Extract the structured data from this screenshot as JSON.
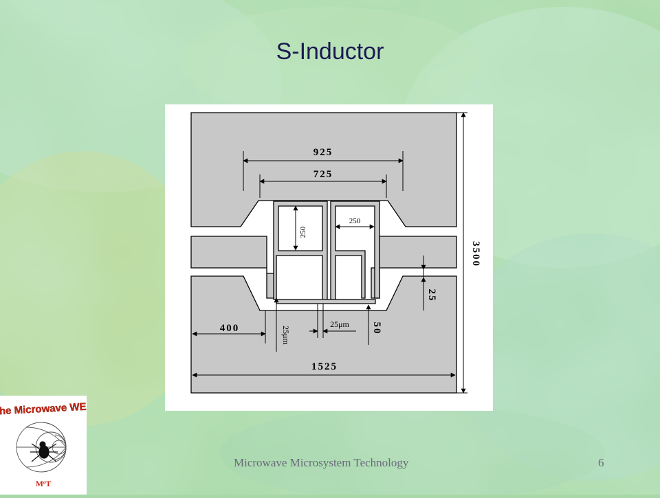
{
  "slide": {
    "title": "S-Inductor",
    "footer": "Microwave Microsystem Technology",
    "page_number": "6"
  },
  "diagram": {
    "dim_925": "925",
    "dim_725": "725",
    "dim_250_left": "250",
    "dim_250_right": "250",
    "dim_3500": "3500",
    "dim_25_right": "25",
    "dim_400": "400",
    "dim_25um_vertical": "25μm",
    "dim_25um_horizontal": "25μm",
    "dim_50": "50",
    "dim_1525": "1525"
  },
  "logo": {
    "title": "The Microwave WEB",
    "mark": "MᵒT"
  },
  "colors": {
    "background": "#a8d8a8",
    "metal": "#c8c8c8",
    "title": "#1a1a50",
    "footer": "#6a6a7a",
    "logo_red": "#cc2a18"
  }
}
